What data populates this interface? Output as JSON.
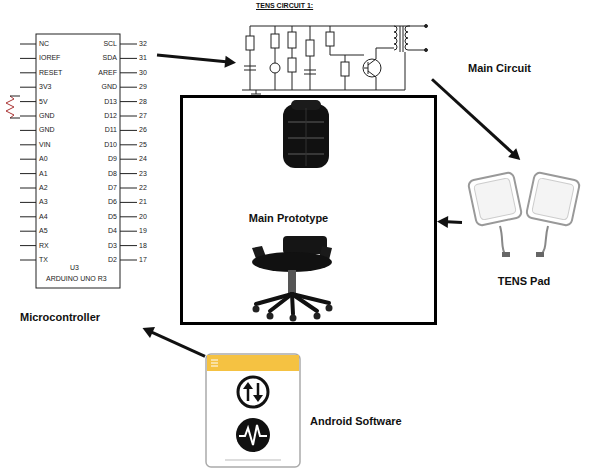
{
  "diagram": {
    "nodes": [
      {
        "text": [
          "Microcontroller"
        ]
      },
      {
        "text": [
          "Main Circuit"
        ]
      },
      {
        "text": [
          "Main Prototype"
        ]
      },
      {
        "text": [
          "TENS Pad"
        ]
      },
      {
        "text": [
          "Android Software"
        ]
      }
    ],
    "edges": [
      {
        "from": 0,
        "to": 1,
        "arrow": "to"
      },
      {
        "from": 1,
        "to": 3,
        "arrow": "to"
      },
      {
        "from": 3,
        "to": 2,
        "arrow": "to"
      },
      {
        "from": 4,
        "to": 0,
        "arrow": "to"
      }
    ],
    "labels": [
      "TENS CIRCUIT 1:",
      "U3",
      "ARDUINO UNO R3",
      "NC",
      "IOREF",
      "RESET",
      "3V3",
      "5V",
      "GND",
      "GND",
      "VIN",
      "A0",
      "A1",
      "A2",
      "A3",
      "A4",
      "A5",
      "RX",
      "TX",
      "SCL",
      "SDA",
      "AREF",
      "GND",
      "D13",
      "D12",
      "D11",
      "D10",
      "D9",
      "D8",
      "D7",
      "D6",
      "D5",
      "D4",
      "D3",
      "D2",
      "32",
      "31",
      "30",
      "29",
      "28",
      "27",
      "26",
      "25",
      "24",
      "23",
      "22",
      "21",
      "20",
      "19",
      "18",
      "17"
    ]
  }
}
